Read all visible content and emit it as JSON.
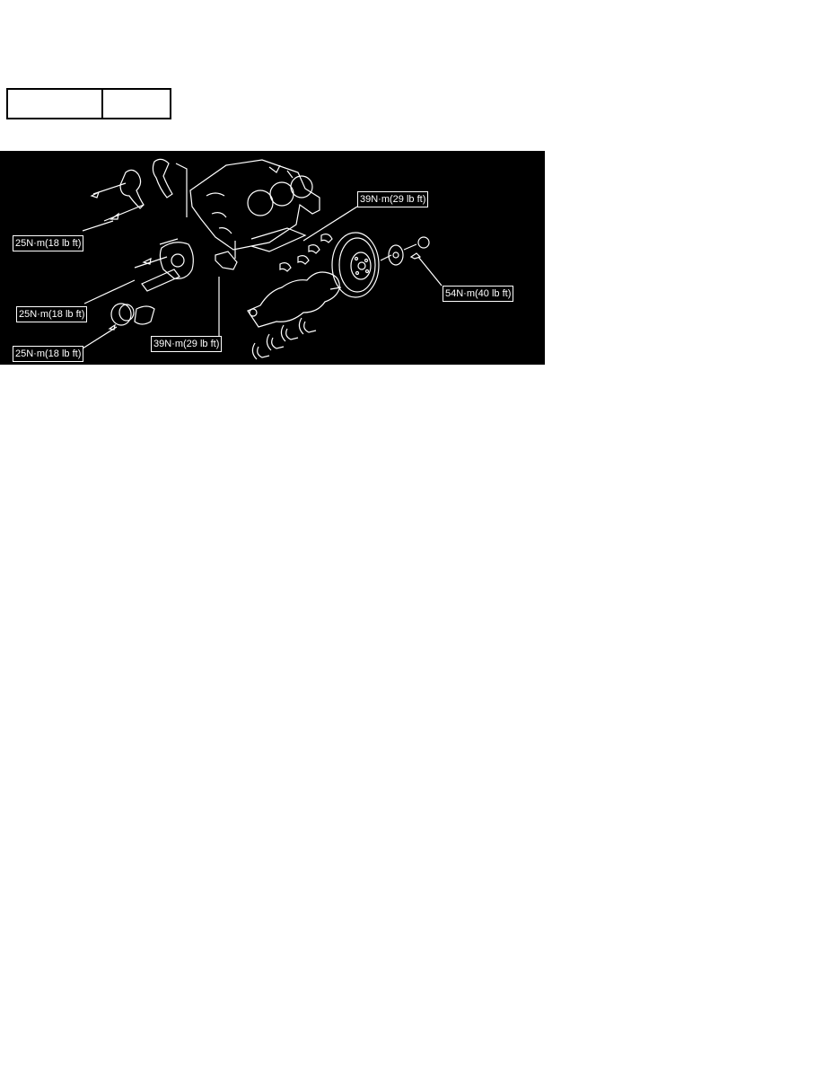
{
  "header_table": {
    "cells": [
      "",
      ""
    ]
  },
  "diagram": {
    "description": "Exploded view of engine block, crankshaft, bearings, flywheel and oil pump with torque specs",
    "background": "#000000",
    "line_color": "#ffffff",
    "callouts": [
      {
        "id": "top-left",
        "label": "25N·m(18 lb ft)"
      },
      {
        "id": "mid-left",
        "label": "25N·m(18 lb ft)"
      },
      {
        "id": "bottom-left",
        "label": "25N·m(18 lb ft)"
      },
      {
        "id": "bottom-center",
        "label": "39N·m(29 lb ft)"
      },
      {
        "id": "top-right",
        "label": "39N·m(29 lb ft)"
      },
      {
        "id": "right",
        "label": "54N·m(40 lb ft)"
      }
    ]
  }
}
